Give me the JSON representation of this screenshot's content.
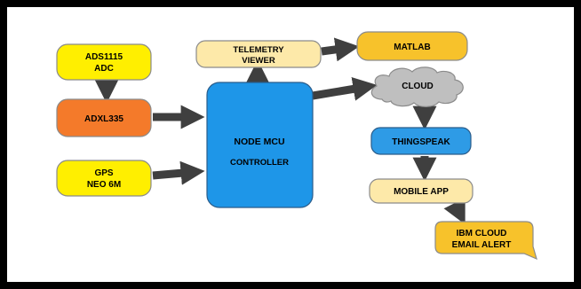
{
  "nodes": {
    "ads1115": {
      "line1": "ADS1115",
      "line2": "ADC",
      "color": "#FFEF00"
    },
    "adxl335": {
      "label": "ADXL335",
      "color": "#F47A2A"
    },
    "gps": {
      "line1": "GPS",
      "line2": "NEO 6M",
      "color": "#FFEF00"
    },
    "telemetry": {
      "line1": "TELEMETRY",
      "line2": "VIEWER",
      "color": "#FDE9A9"
    },
    "matlab": {
      "label": "MATLAB",
      "color": "#F7C22B"
    },
    "controller": {
      "line1": "NODE MCU",
      "line2": "CONTROLLER",
      "color": "#1E96E8"
    },
    "cloud": {
      "label": "CLOUD",
      "color": "#BFBFBF"
    },
    "thingspeak": {
      "label": "THINGSPEAK",
      "color": "#2E9BE6"
    },
    "mobile": {
      "label": "MOBILE APP",
      "color": "#FDE9A9"
    },
    "ibm": {
      "line1": "IBM CLOUD",
      "line2": "EMAIL ALERT",
      "color": "#F7C22B"
    }
  },
  "arrow_color": "#3F3F3F"
}
